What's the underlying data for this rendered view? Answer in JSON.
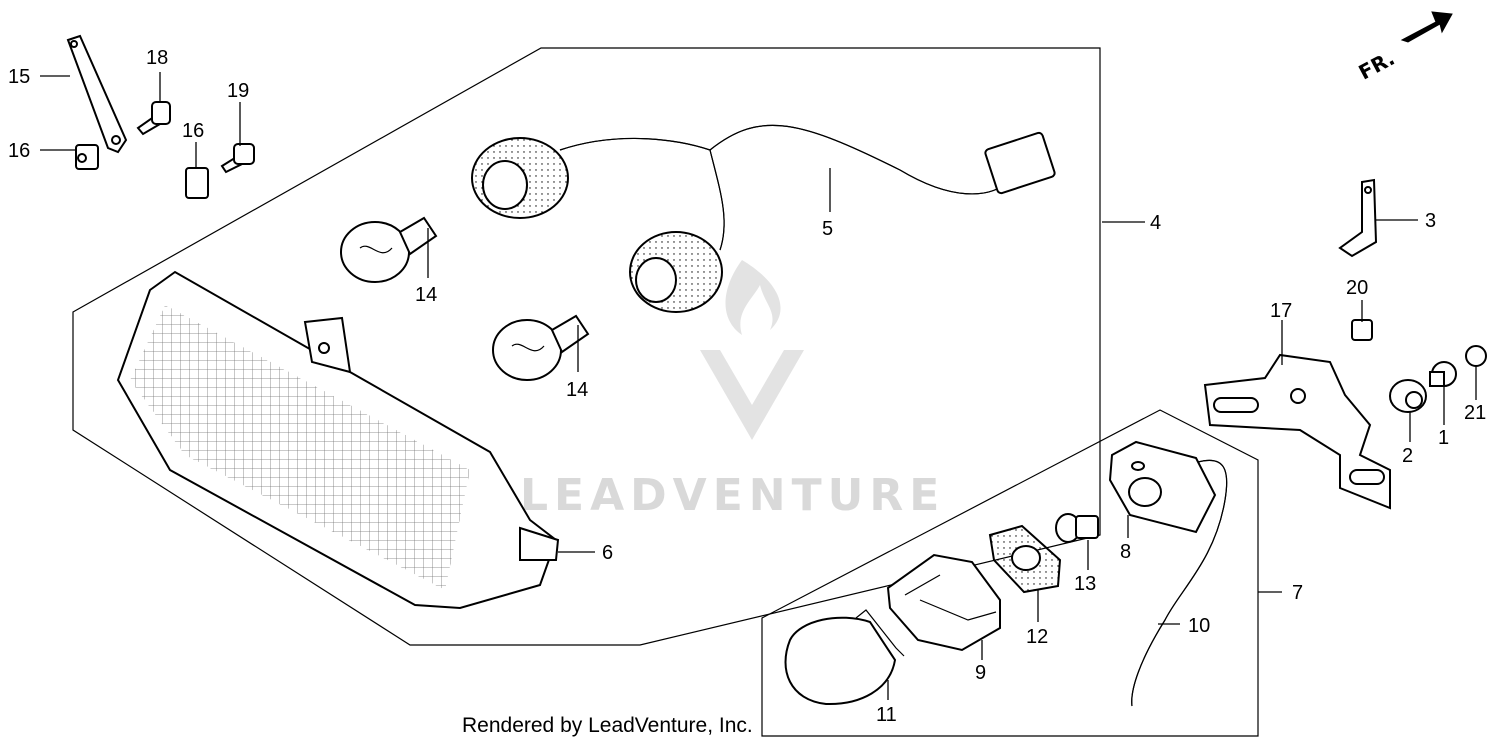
{
  "direction": {
    "label": "FR."
  },
  "watermark": {
    "text": "LEADVENTURE"
  },
  "footer": {
    "text": "Rendered by LeadVenture, Inc."
  },
  "callouts": {
    "c1": "1",
    "c2": "2",
    "c3": "3",
    "c4": "4",
    "c5": "5",
    "c6": "6",
    "c7": "7",
    "c8": "8",
    "c9": "9",
    "c10": "10",
    "c11": "11",
    "c12": "12",
    "c13": "13",
    "c14a": "14",
    "c14b": "14",
    "c15": "15",
    "c16a": "16",
    "c16b": "16",
    "c17": "17",
    "c18": "18",
    "c19": "19",
    "c20": "20",
    "c21": "21"
  },
  "colors": {
    "line": "#000000",
    "watermark": "#d9d9d9",
    "background": "#ffffff"
  }
}
